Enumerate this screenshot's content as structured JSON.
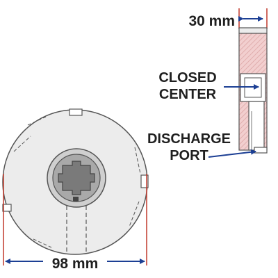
{
  "labels": {
    "width_dimension": "30 mm",
    "closed_center_line1": "CLOSED",
    "closed_center_line2": "CENTER",
    "discharge_port_line1": "DISCHARGE",
    "discharge_port_line2": "PORT",
    "diameter_dimension": "98 mm"
  },
  "colors": {
    "section_fill": "#f2cfcf",
    "hatch": "#d9a0a0",
    "outline": "#c0392b",
    "dimension_arrow": "#1c3f94",
    "disc_fill": "#ececec",
    "hub_fill": "#7a7a7a",
    "text": "#1f1f1f"
  }
}
